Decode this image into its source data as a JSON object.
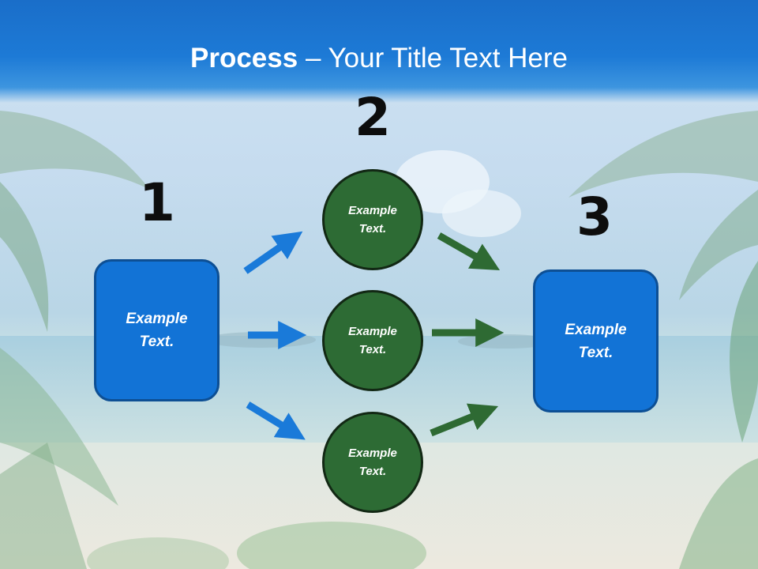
{
  "title": {
    "bold": "Process",
    "rest": " – Your Title Text Here"
  },
  "steps": [
    {
      "number": "1",
      "label": "Example\nText."
    },
    {
      "number": "2",
      "labels": [
        "Example\nText.",
        "Example\nText.",
        "Example\nText."
      ]
    },
    {
      "number": "3",
      "label": "Example\nText."
    }
  ],
  "colors": {
    "title_bar": "#1d7ad6",
    "blue_box": "#1273d6",
    "green_circle": "#2d6b34",
    "blue_arrow": "#1a7ad9",
    "green_arrow": "#2e6a33"
  }
}
